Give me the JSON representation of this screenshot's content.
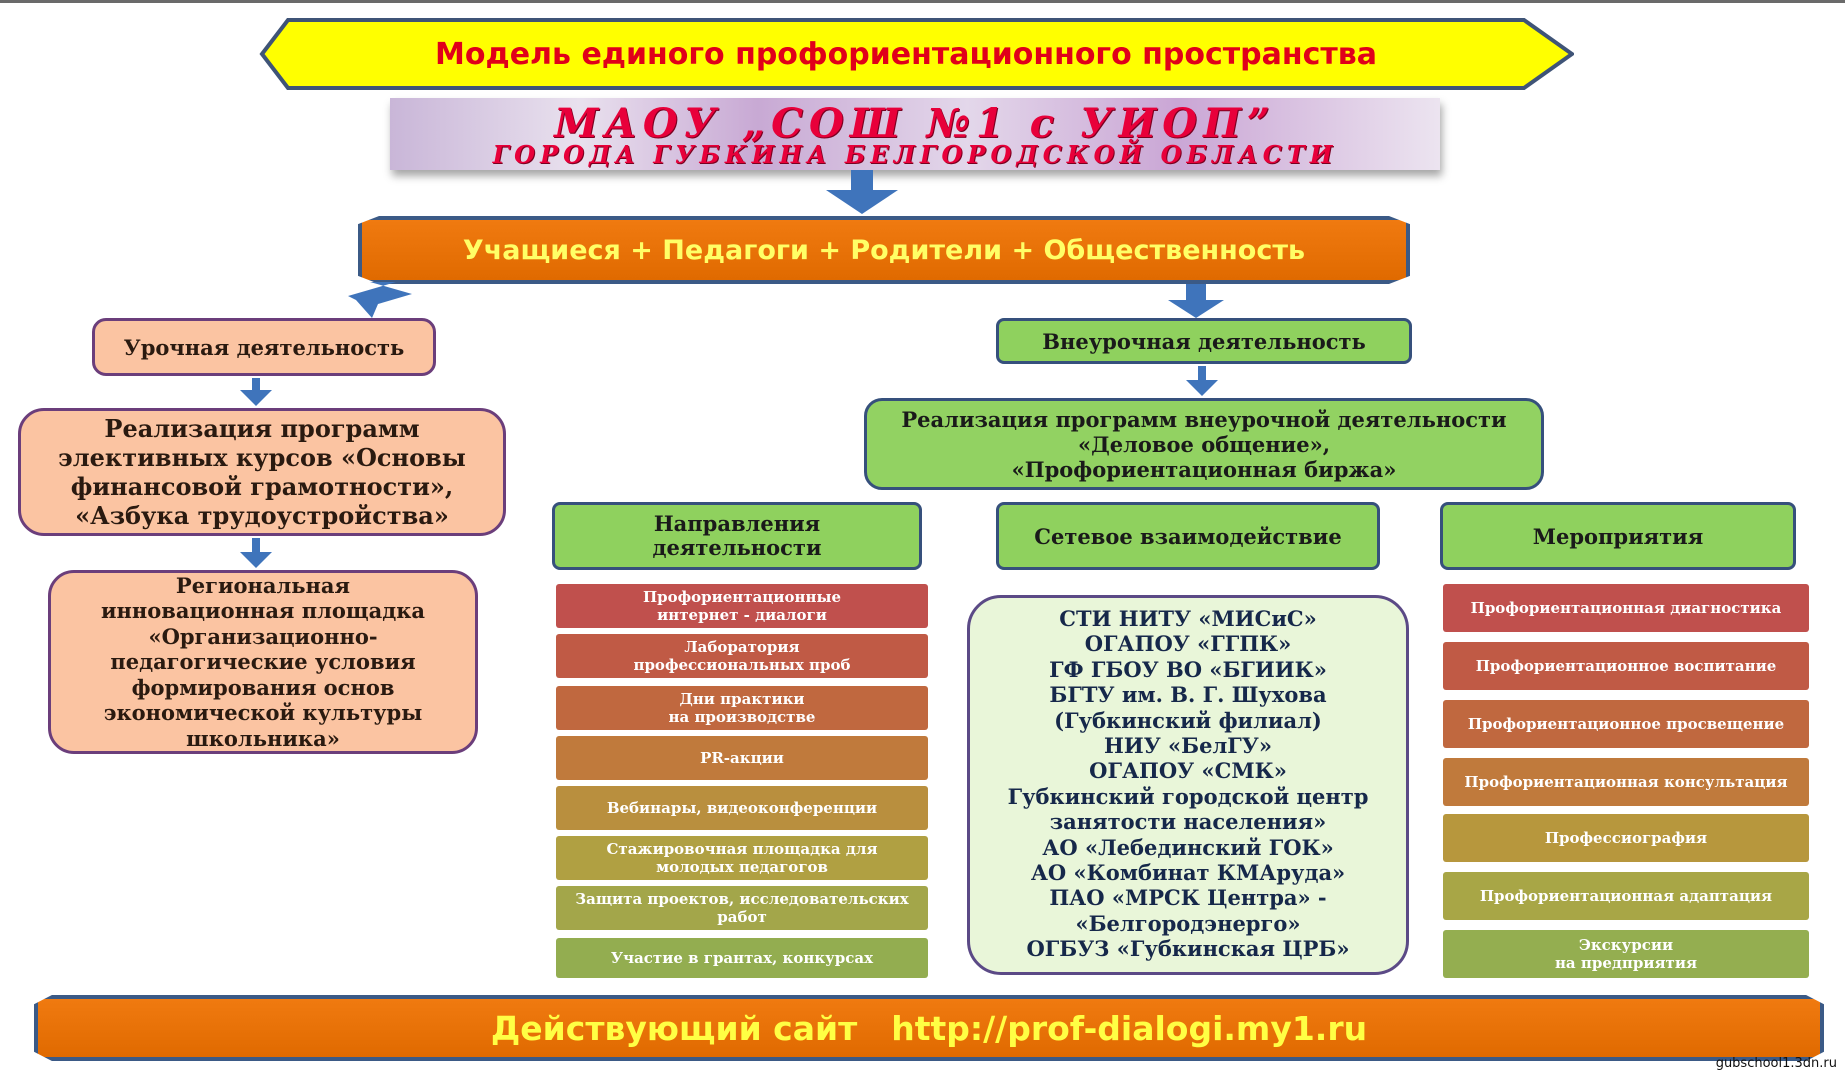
{
  "title": "Модель единого профориентационного пространства",
  "school": {
    "line1": "МАОУ „СОШ №1 с УИОП”",
    "line2": "ГОРОДА ГУБКИНА БЕЛГОРОДСКОЙ ОБЛАСТИ"
  },
  "participants": "Учащиеся + Педагоги + Родители + Общественность",
  "lessons": {
    "title": "Урочная деятельность",
    "programs": [
      "Реализация программ",
      "элективных курсов «Основы",
      "финансовой грамотности»,",
      "«Азбука трудоустройства»"
    ],
    "platform": [
      "Региональная",
      "инновационная площадка",
      "«Организационно-",
      "педагогические условия",
      "формирования основ",
      "экономической культуры",
      "школьника»"
    ]
  },
  "extracurricular": {
    "title": "Внеурочная деятельность",
    "programs": [
      "Реализация программ внеурочной деятельности",
      "«Деловое общение»,",
      "«Профориентационная биржа»"
    ]
  },
  "directions": {
    "title": [
      "Направления",
      "деятельности"
    ],
    "items": [
      [
        "Профориентационные",
        "интернет - диалоги"
      ],
      [
        "Лаборатория",
        "профессиональных проб"
      ],
      [
        "Дни практики",
        "на производстве"
      ],
      [
        "PR-акции"
      ],
      [
        "Вебинары, видеоконференции"
      ],
      [
        "Стажировочная площадка для",
        "молодых педагогов"
      ],
      [
        "Защита проектов, исследовательских",
        "работ"
      ],
      [
        "Участие в грантах, конкурсах"
      ]
    ],
    "colors": [
      "#c0504d",
      "#c05a45",
      "#c0683f",
      "#c07a3c",
      "#b98f3e",
      "#b0a042",
      "#a3a64a",
      "#93ad50"
    ]
  },
  "network": {
    "title": "Сетевое взаимодействие",
    "partners": [
      "СТИ НИТУ «МИСиС»",
      "ОГАПОУ «ГГПК»",
      "ГФ ГБОУ ВО «БГИИК»",
      "БГТУ им. В. Г. Шухова",
      "(Губкинский филиал)",
      "НИУ «БелГУ»",
      "ОГАПОУ «СМК»",
      "Губкинский городской центр",
      "занятости населения»",
      "АО «Лебединский ГОК»",
      "АО «Комбинат КМАруда»",
      "ПАО «МРСК Центра» -",
      "«Белгородэнерго»",
      "ОГБУЗ «Губкинская ЦРБ»"
    ]
  },
  "events": {
    "title": "Мероприятия",
    "items": [
      [
        "Профориентационная диагностика"
      ],
      [
        "Профориентационное воспитание"
      ],
      [
        "Профориентационное просвещение"
      ],
      [
        "Профориентационная  консультация"
      ],
      [
        "Профессиография"
      ],
      [
        "Профориентационная  адаптация"
      ],
      [
        "Экскурсии",
        "на предприятия"
      ]
    ],
    "colors": [
      "#c0504d",
      "#c05a45",
      "#c0683f",
      "#c07a3c",
      "#b7973d",
      "#a8a646",
      "#94ae50"
    ]
  },
  "footer": {
    "label": "Действующий сайт",
    "url": "http://prof-dialogi.my1.ru"
  },
  "watermark": "gubschool1.3dn.ru",
  "arrow_color": "#3f74bb"
}
